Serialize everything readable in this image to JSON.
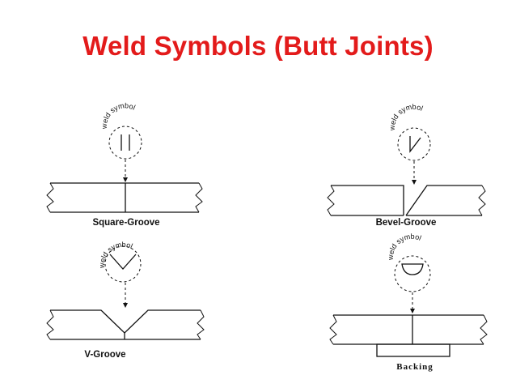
{
  "title": "Weld Symbols (Butt Joints)",
  "symbol_label": "weld symbol",
  "joints": [
    {
      "caption": "Square-Groove",
      "symbol": "square-groove-symbol-icon"
    },
    {
      "caption": "Bevel-Groove",
      "symbol": "bevel-groove-symbol-icon"
    },
    {
      "caption": "V-Groove",
      "symbol": "v-groove-symbol-icon"
    },
    {
      "caption": "Backing",
      "symbol": "backing-symbol-icon"
    }
  ]
}
